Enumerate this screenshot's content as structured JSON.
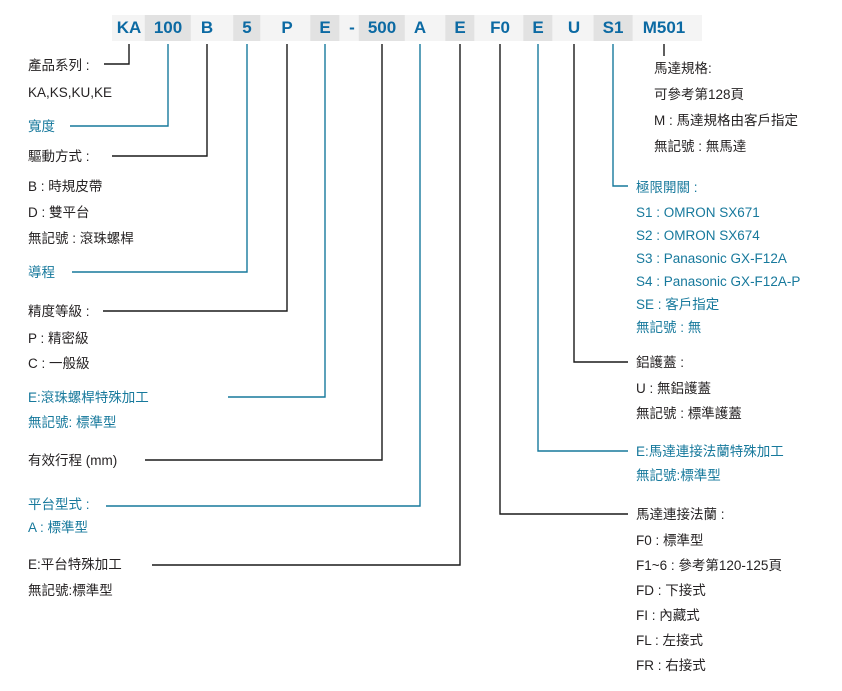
{
  "code": {
    "tokens": [
      "KA",
      "100",
      "B",
      "5",
      "P",
      "E",
      "-",
      "500",
      "A",
      "E",
      "F0",
      "E",
      "U",
      "S1",
      "M501"
    ]
  },
  "left_sections": [
    {
      "title": "產品系列 :",
      "items": [
        "KA,KS,KU,KE"
      ]
    },
    {
      "title": "寬度",
      "items": []
    },
    {
      "title": "驅動方式 :",
      "items": [
        "B : 時規皮帶",
        "D : 雙平台",
        "無記號 : 滾珠螺桿"
      ]
    },
    {
      "title": "導程",
      "items": []
    },
    {
      "title": "精度等級 :",
      "items": [
        "P : 精密級",
        "C : 一般級"
      ]
    },
    {
      "title": "E:滾珠螺桿特殊加工",
      "items": [
        "無記號: 標準型"
      ]
    },
    {
      "title": "有效行程 (mm)",
      "items": []
    },
    {
      "title": "平台型式 :",
      "items": [
        "A : 標準型"
      ]
    },
    {
      "title": "E:平台特殊加工",
      "items": [
        "無記號:標準型"
      ]
    }
  ],
  "right_sections": [
    {
      "title": "馬達規格:",
      "items": [
        "可參考第128頁",
        "M : 馬達規格由客戶指定",
        "無記號 : 無馬達"
      ]
    },
    {
      "title": "極限開關 :",
      "items": [
        "S1 : OMRON SX671",
        "S2 : OMRON SX674",
        "S3 : Panasonic GX-F12A",
        "S4 : Panasonic GX-F12A-P",
        "SE : 客戶指定",
        "無記號 : 無"
      ]
    },
    {
      "title": "鋁護蓋 :",
      "items": [
        "U : 無鋁護蓋",
        "無記號 : 標準護蓋"
      ]
    },
    {
      "title": "E:馬達連接法蘭特殊加工",
      "items": [
        "無記號:標準型"
      ]
    },
    {
      "title": "馬達連接法蘭 :",
      "items": [
        "F0 : 標準型",
        "F1~6 : 參考第120-125頁",
        "FD : 下接式",
        "FI : 內藏式",
        "FL : 左接式",
        "FR : 右接式"
      ]
    }
  ],
  "colors": {
    "code_blue": "#0c6aa3",
    "accent_teal": "#17799c",
    "text_black": "#262324",
    "token_shade": "#e2e2e2",
    "line_black": "#1a1a1a"
  }
}
